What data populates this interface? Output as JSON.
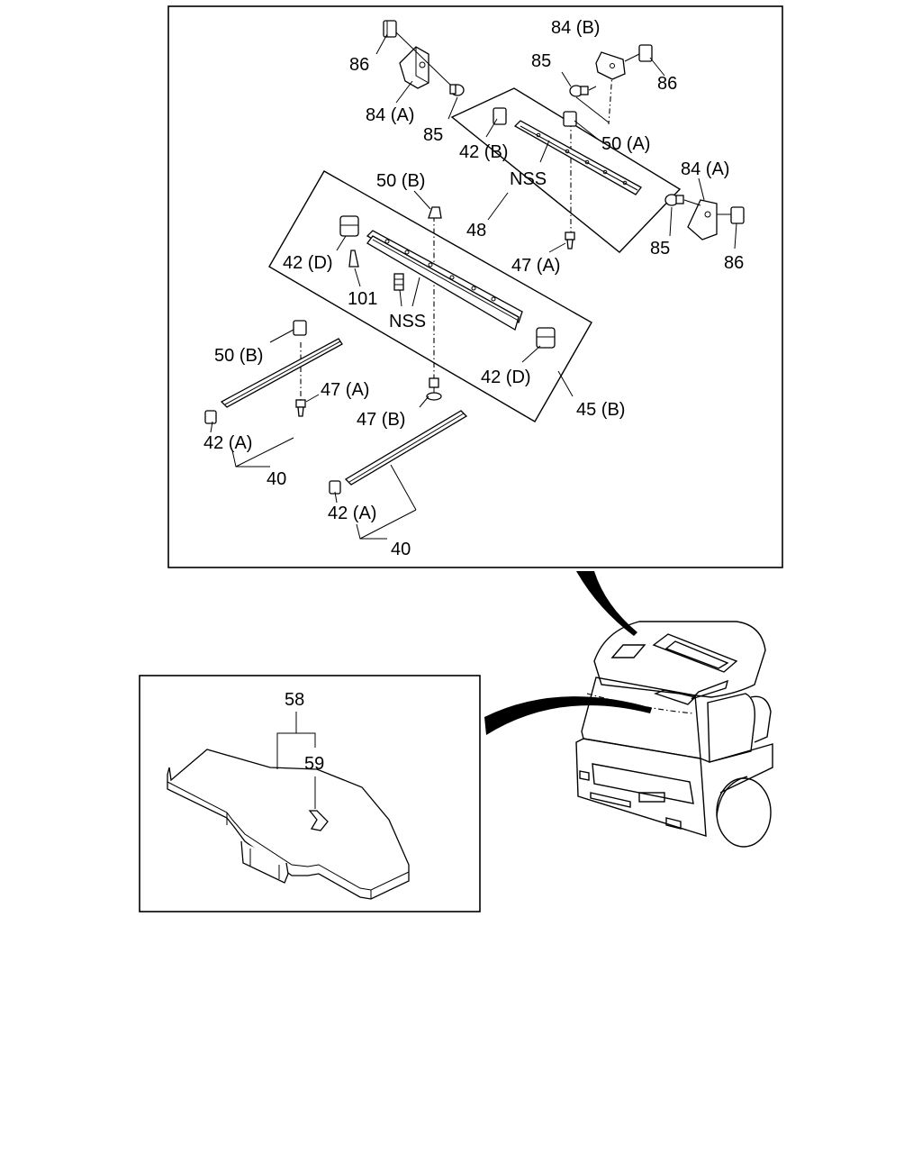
{
  "labels": {
    "l86_a": "86",
    "l84a_a": "84 (A)",
    "l85_a": "85",
    "l84b": "84 (B)",
    "l85_b": "85",
    "l86_b": "86",
    "l42b": "42 (B)",
    "l50a": "50 (A)",
    "lnss_a": "NSS",
    "l48": "48",
    "l84a_b": "84 (A)",
    "l85_c": "85",
    "l86_c": "86",
    "l47a_a": "47 (A)",
    "l50b_a": "50 (B)",
    "l42d_a": "42 (D)",
    "l101": "101",
    "lnss_b": "NSS",
    "l42d_b": "42 (D)",
    "l45b": "45 (B)",
    "l50b_b": "50 (B)",
    "l47a_b": "47 (A)",
    "l47b": "47 (B)",
    "l42a_a": "42 (A)",
    "l40_a": "40",
    "l42a_b": "42 (A)",
    "l40_b": "40",
    "l58": "58",
    "l59": "59"
  }
}
